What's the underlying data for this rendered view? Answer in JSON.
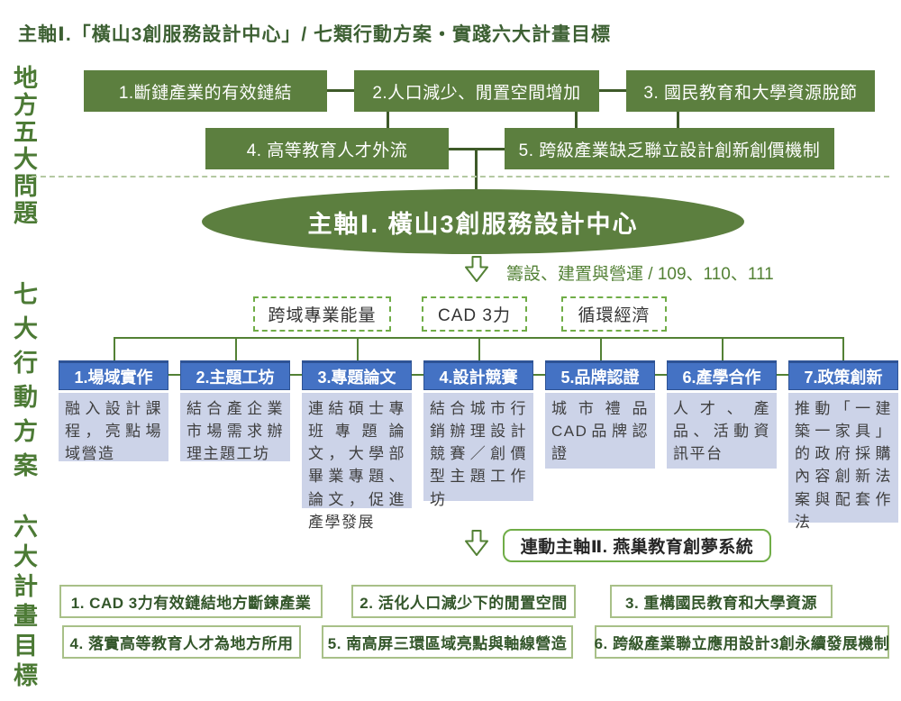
{
  "title": "主軸Ⅰ.「橫山3創服務設計中心」/ 七類行動方案・實踐六大計畫目標",
  "side_labels": {
    "problems": "地方五大問題",
    "actions": "七大行動方案",
    "goals": "六大計畫目標"
  },
  "problems": [
    "1.斷鏈產業的有效鏈結",
    "2.人口減少、閒置空間增加",
    "3. 國民教育和大學資源脫節",
    "4. 高等教育人才外流",
    "5. 跨級產業缺乏聯立設計創新創價機制"
  ],
  "hub": {
    "label": "主軸Ⅰ. 橫山3創服務設計中心",
    "phase_note": "籌設、建置與營運 / 109、110、111"
  },
  "capability_tags": [
    "跨域專業能量",
    "CAD 3力",
    "循環經濟"
  ],
  "action_columns": [
    {
      "title": "1.場域實作",
      "description": "融入設計課程，亮點場域營造"
    },
    {
      "title": "2.主題工坊",
      "description": "結合產企業市場需求辦理主題工坊"
    },
    {
      "title": "3.專題論文",
      "description": "連結碩士專班專題論文，大學部畢業專題、論文，促進產學發展"
    },
    {
      "title": "4.設計競賽",
      "description": "結合城市行銷辦理設計競賽／創價型主題工作坊"
    },
    {
      "title": "5.品牌認證",
      "description": "城市禮品CAD品牌認證"
    },
    {
      "title": "6.產學合作",
      "description": "人才、產品、活動資訊平台"
    },
    {
      "title": "7.政策創新",
      "description": "推動「一建築一家具」的政府採購內容創新法案與配套作法"
    }
  ],
  "link_box": "連動主軸Ⅱ. 燕巢教育創夢系統",
  "goals": [
    "1. CAD 3力有效鏈結地方斷鍊產業",
    "2. 活化人口減少下的閒置空間",
    "3. 重構國民教育和大學資源",
    "4. 落實高等教育人才為地方所用",
    "5. 南高屏三環區域亮點與軸線營造",
    "6. 跨級產業聯立應用設計3創永續發展機制"
  ],
  "colors": {
    "box_green": "#5c7f3f",
    "title_green": "#3d6033",
    "line_green": "#538135",
    "connector_dark_green": "#3e5a29",
    "header_blue": "#4472c4",
    "body_lavender": "#ccd3e8",
    "dashed_border_green": "#70ad47",
    "goal_border_green": "#a8c088"
  }
}
